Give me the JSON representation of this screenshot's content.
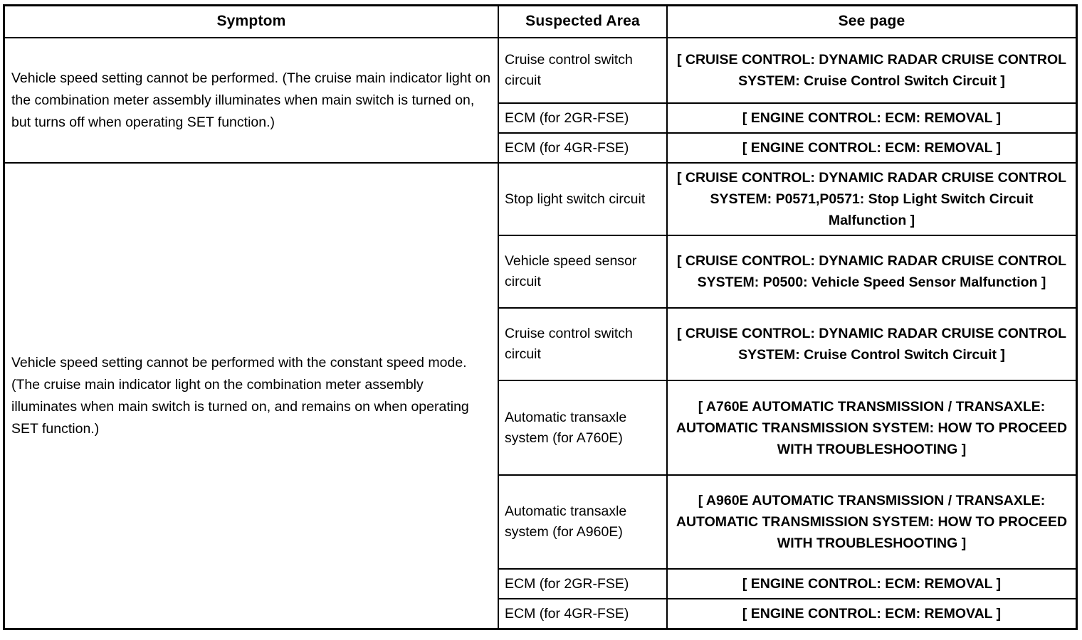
{
  "table": {
    "headers": {
      "symptom": "Symptom",
      "suspected_area": "Suspected Area",
      "see_page": "See page"
    },
    "groups": [
      {
        "symptom": "Vehicle speed setting cannot be performed. (The cruise main indicator light on the combination meter assembly illuminates when main switch is turned on, but turns off when operating SET function.)",
        "rows": [
          {
            "suspected_area": "Cruise control switch circuit",
            "see_page": "[ CRUISE CONTROL: DYNAMIC RADAR CRUISE CONTROL SYSTEM: Cruise Control Switch Circuit ]"
          },
          {
            "suspected_area": "ECM (for 2GR-FSE)",
            "see_page": "[ ENGINE CONTROL: ECM: REMOVAL ]"
          },
          {
            "suspected_area": "ECM (for 4GR-FSE)",
            "see_page": "[ ENGINE CONTROL: ECM: REMOVAL ]"
          }
        ]
      },
      {
        "symptom": "Vehicle speed setting cannot be performed with the constant speed mode. (The cruise main indicator light on the combination meter assembly illuminates when main switch is turned on, and remains on when operating SET function.)",
        "rows": [
          {
            "suspected_area": "Stop light switch circuit",
            "see_page": "[ CRUISE CONTROL: DYNAMIC RADAR CRUISE CONTROL SYSTEM: P0571,P0571: Stop Light Switch Circuit Malfunction ]"
          },
          {
            "suspected_area": "Vehicle speed sensor circuit",
            "see_page": "[ CRUISE CONTROL: DYNAMIC RADAR CRUISE CONTROL SYSTEM: P0500: Vehicle Speed Sensor Malfunction ]"
          },
          {
            "suspected_area": "Cruise control switch circuit",
            "see_page": "[ CRUISE CONTROL: DYNAMIC RADAR CRUISE CONTROL SYSTEM: Cruise Control Switch Circuit ]"
          },
          {
            "suspected_area": "Automatic transaxle system (for A760E)",
            "see_page": "[ A760E AUTOMATIC TRANSMISSION / TRANSAXLE: AUTOMATIC TRANSMISSION SYSTEM: HOW TO PROCEED WITH TROUBLESHOOTING ]"
          },
          {
            "suspected_area": "Automatic transaxle system (for A960E)",
            "see_page": "[ A960E AUTOMATIC TRANSMISSION / TRANSAXLE: AUTOMATIC TRANSMISSION SYSTEM: HOW TO PROCEED WITH TROUBLESHOOTING ]"
          },
          {
            "suspected_area": "ECM (for 2GR-FSE)",
            "see_page": "[ ENGINE CONTROL: ECM: REMOVAL ]"
          },
          {
            "suspected_area": "ECM (for 4GR-FSE)",
            "see_page": "[ ENGINE CONTROL: ECM: REMOVAL ]"
          }
        ]
      }
    ]
  },
  "colors": {
    "border": "#000000",
    "text": "#000000",
    "background": "#ffffff"
  }
}
